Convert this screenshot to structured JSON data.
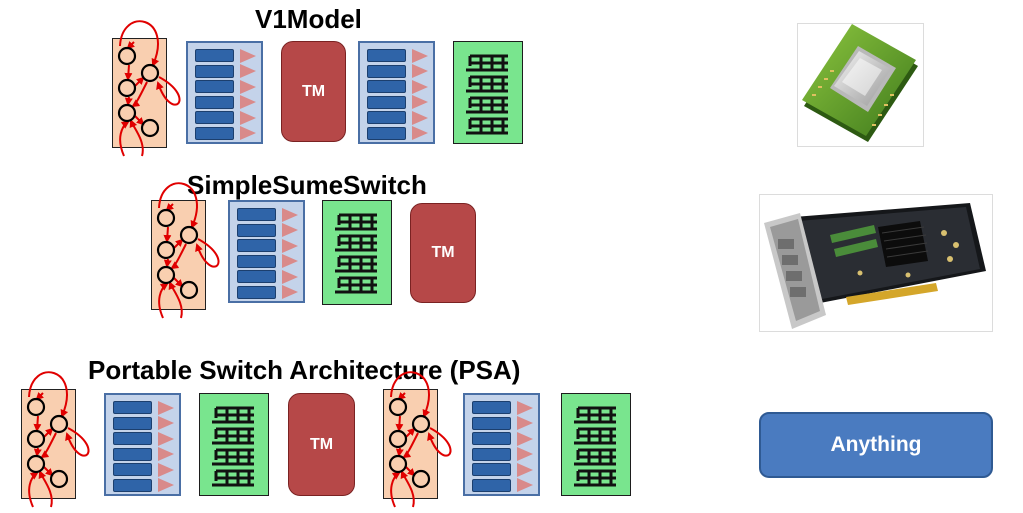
{
  "diagram": {
    "v1model": {
      "title": "V1Model",
      "tm_label": "TM"
    },
    "simplesume": {
      "title": "SimpleSumeSwitch",
      "tm_label": "TM"
    },
    "psa": {
      "title": "Portable Switch Architecture (PSA)",
      "tm_label": "TM"
    },
    "anything": {
      "label": "Anything"
    }
  },
  "colors": {
    "parser_fill": "#f9cfb0",
    "mau_fill": "#c4d3ea",
    "mau_cell": "#2f64a8",
    "deparser_fill": "#79e58e",
    "tm_fill": "#b64848",
    "arrow": "#e00000",
    "anything_fill": "#4a7bc0"
  },
  "icons": [
    "cpu-chip-icon",
    "fpga-board-icon",
    "parser-state-icon",
    "match-action-icon",
    "deparser-icon"
  ]
}
